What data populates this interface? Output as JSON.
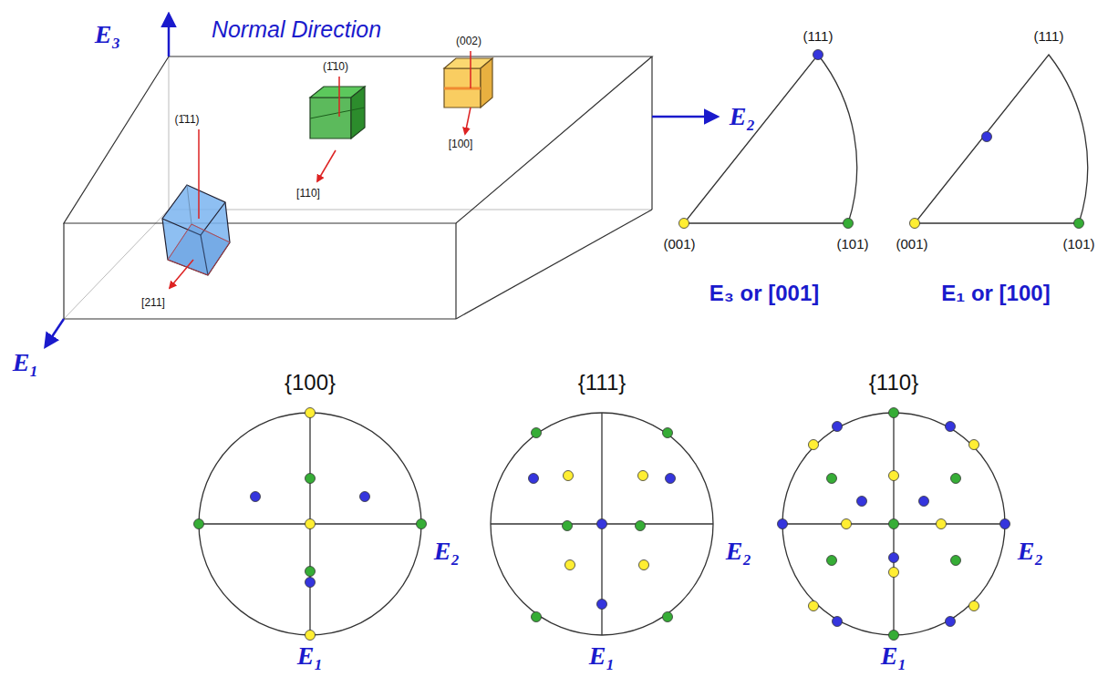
{
  "diagram": {
    "labels": [
      "E₃",
      "Normal Direction",
      "E₂",
      "E₁",
      "(1̄11)",
      "[211]",
      "(1̄10)",
      "[110]",
      "(002)",
      "[100]",
      "(111)",
      "(001)",
      "(101)",
      "E₃ or [001]",
      "(111)",
      "(001)",
      "(101)",
      "E₁ or [100]",
      "{100}",
      "E₂",
      "E₁",
      "{111}",
      "E₂",
      "E₁",
      "{110}",
      "E₂",
      "E₁"
    ]
  }
}
